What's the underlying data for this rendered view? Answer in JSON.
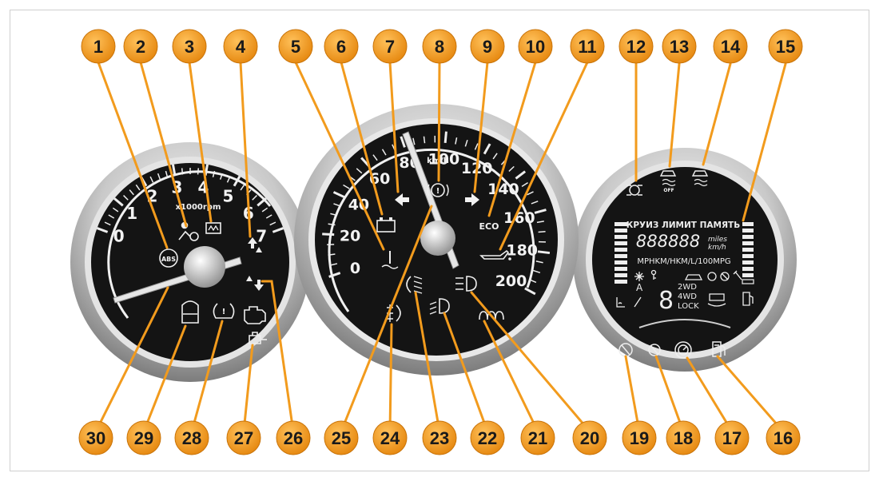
{
  "callouts": {
    "top": [
      "1",
      "2",
      "3",
      "4",
      "5",
      "6",
      "7",
      "8",
      "9",
      "10",
      "11",
      "12",
      "13",
      "14",
      "15"
    ],
    "bottom": [
      "30",
      "29",
      "28",
      "27",
      "26",
      "25",
      "24",
      "23",
      "22",
      "21",
      "20",
      "19",
      "18",
      "17",
      "16"
    ]
  },
  "tachometer": {
    "numbers": [
      "0",
      "1",
      "2",
      "3",
      "4",
      "5",
      "6",
      "7"
    ],
    "unit": "x1000rpm",
    "abs_label": "ABS"
  },
  "speedometer": {
    "numbers": [
      "0",
      "20",
      "40",
      "60",
      "80",
      "100",
      "120",
      "140",
      "160",
      "180",
      "200"
    ],
    "unit": "km/h",
    "eco_label": "ECO"
  },
  "info_display": {
    "header": "КРУИЗ ЛИМИТ ПАМЯТЬ",
    "odometer": "888888",
    "unit_miles": "miles",
    "unit_kmh": "km/h",
    "consumption": "MPHKM/HKM/L/100MPG",
    "mode_a": "A",
    "gear_digit": "8",
    "drive_2wd": "2WD",
    "drive_4wd": "4WD",
    "drive_lock": "LOCK"
  },
  "colors": {
    "callout": "#f29b1d",
    "dial_face": "#151515",
    "bezel": "#bdbdbd"
  }
}
